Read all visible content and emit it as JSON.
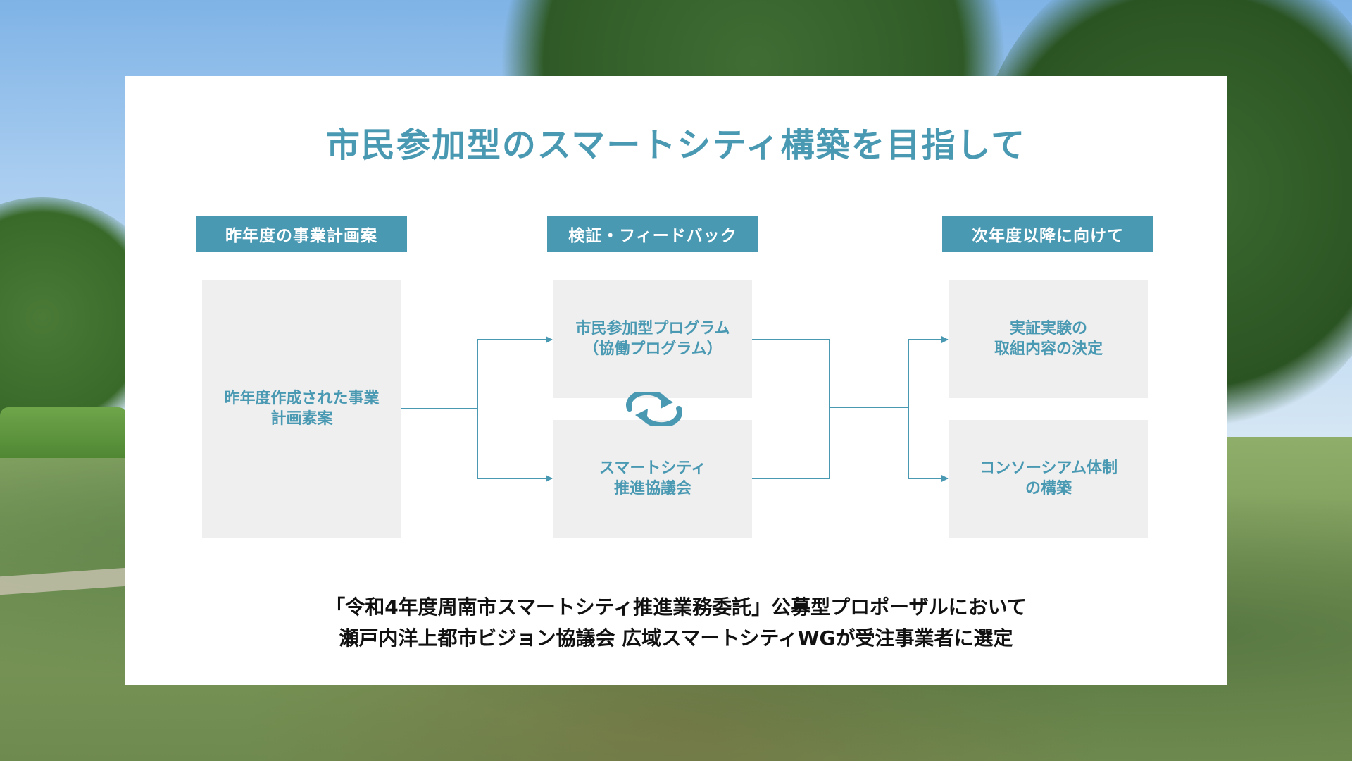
{
  "title": "市民参加型のスマートシティ構築を目指して",
  "columns": {
    "left": {
      "header": "昨年度の事業計画案",
      "box": {
        "line1": "昨年度作成された事業",
        "line2": "計画素案"
      }
    },
    "middle": {
      "header": "検証・フィードバック",
      "box_top": {
        "line1": "市民参加型プログラム",
        "line2": "（協働プログラム）"
      },
      "box_bottom": {
        "line1": "スマートシティ",
        "line2": "推進協議会"
      }
    },
    "right": {
      "header": "次年度以降に向けて",
      "box_top": {
        "line1": "実証実験の",
        "line2": "取組内容の決定"
      },
      "box_bottom": {
        "line1": "コンソーシアム体制",
        "line2": "の構築"
      }
    }
  },
  "icons": {
    "cycle": "refresh-cycle-icon"
  },
  "colors": {
    "accent": "#4a99b3",
    "box_fill": "#efefef",
    "footer_text": "#111111"
  },
  "footer": {
    "line1": "「令和4年度周南市スマートシティ推進業務委託」公募型プロポーザルにおいて",
    "line2": "瀬戸内洋上都市ビジョン協議会 広域スマートシティWGが受注事業者に選定"
  }
}
